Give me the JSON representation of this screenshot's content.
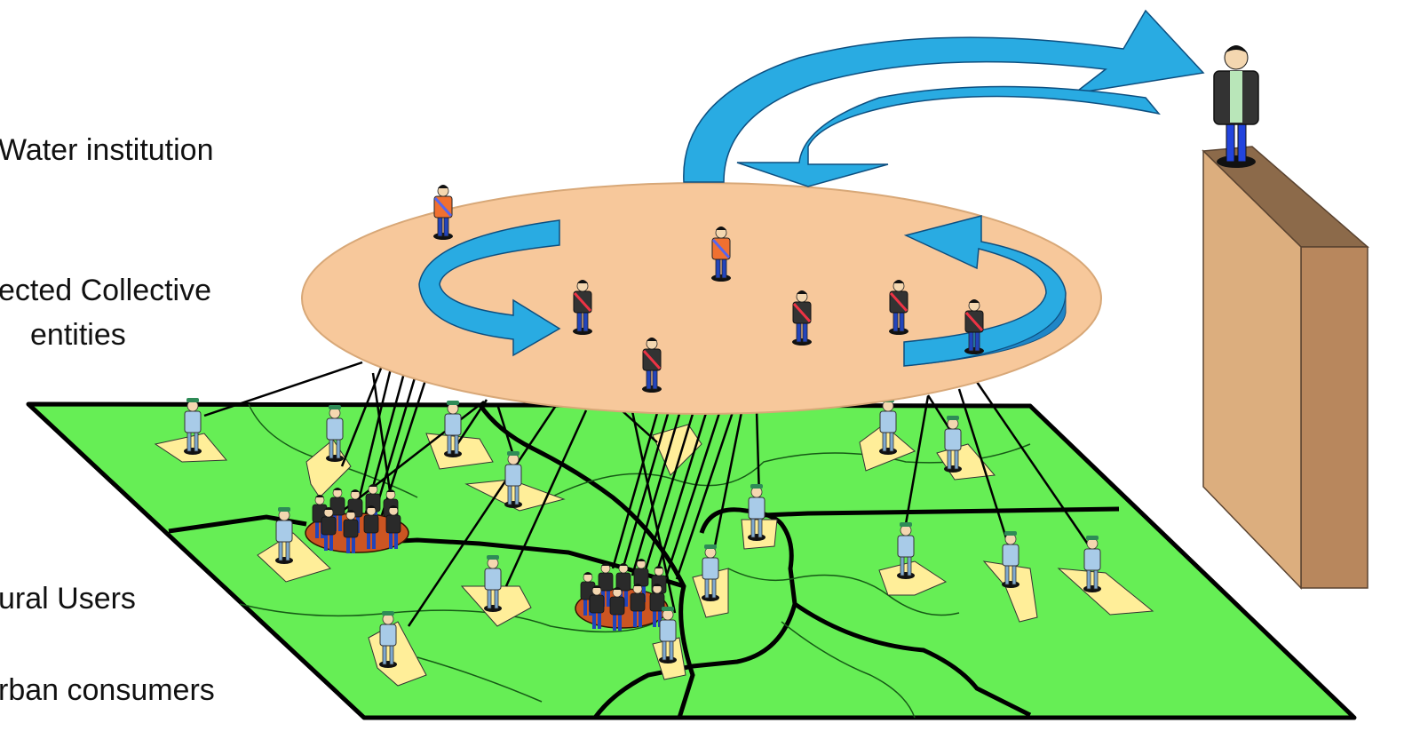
{
  "labels": {
    "water_institution": "Water institution",
    "collective_line1": "ected Collective",
    "collective_line2": "entities",
    "rural_users": "ural Users",
    "urban_consumers": "rban consumers"
  },
  "colors": {
    "field": "#66ee55",
    "plot": "#ffee99",
    "platform": "#f7c89b",
    "arrow": "#29abe2",
    "arrow_dark": "#1f86c7",
    "pillar_front": "#dcae7e",
    "pillar_side": "#b8875d",
    "pillar_top": "#8c6a4a",
    "farmer_shirt": "#a8cbe8",
    "farmer_cap": "#2e8b57",
    "elected_orange": "#f07030",
    "elected_dark": "#333333",
    "sash": "#ee3344"
  },
  "figures": {
    "institution": "institution-person-icon",
    "elected": "elected-representative-icon",
    "rural": "farmer-icon",
    "urban": "urban-crowd-icon"
  }
}
